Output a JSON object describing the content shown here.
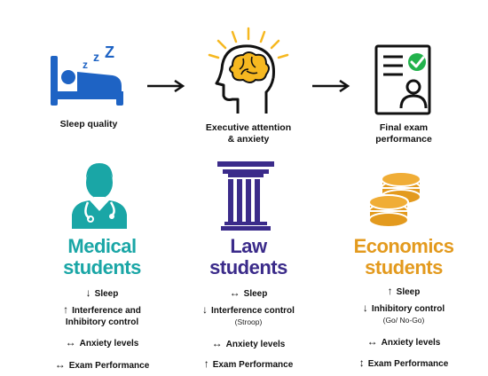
{
  "flow": {
    "sleep_label": "Sleep quality",
    "executive_label_line1": "Executive attention",
    "executive_label_line2": "& anxiety",
    "exam_label_line1": "Final exam",
    "exam_label_line2": "performance",
    "sleep_z": [
      "z",
      "z",
      "Z"
    ]
  },
  "columns": {
    "medical": {
      "heading_line1": "Medical",
      "heading_line2": "students",
      "color": "#1aa6a6",
      "findings": [
        {
          "arrow": "↓",
          "text": "Sleep"
        },
        {
          "arrow": "↑",
          "text": "Interference and"
        },
        {
          "arrow": "",
          "text": "Inhibitory control"
        },
        {
          "arrow": "↔",
          "text": "Anxiety levels"
        },
        {
          "arrow": "↔",
          "text": "Exam Performance"
        }
      ]
    },
    "law": {
      "heading_line1": "Law",
      "heading_line2": "students",
      "color": "#3b2b8a",
      "findings": [
        {
          "arrow": "↔",
          "text": "Sleep"
        },
        {
          "arrow": "↓",
          "text": "Interference control"
        },
        {
          "arrow": "↔",
          "text": "Anxiety levels"
        },
        {
          "arrow": "↑",
          "text": "Exam Performance"
        }
      ],
      "note": "(Stroop)"
    },
    "economics": {
      "heading_line1": "Economics",
      "heading_line2": "students",
      "color": "#e39a1e",
      "findings": [
        {
          "arrow": "↑",
          "text": "Sleep"
        },
        {
          "arrow": "↓",
          "text": "Inhibitory control"
        },
        {
          "arrow": "↔",
          "text": "Anxiety levels"
        },
        {
          "arrow": "↕",
          "text": "Exam Performance"
        }
      ],
      "note": "(Go/ No-Go)"
    }
  },
  "colors": {
    "sleep_blue": "#1e63c4",
    "brain_yellow": "#f6b820",
    "check_green": "#22b24c"
  },
  "icons": {
    "sleep": "bed-sleep-icon",
    "brain": "head-brain-icon",
    "exam": "exam-sheet-icon",
    "doctor": "doctor-icon",
    "pillar": "pillar-icon",
    "coins": "coins-icon",
    "flow_arrow": "arrow-right-icon"
  }
}
